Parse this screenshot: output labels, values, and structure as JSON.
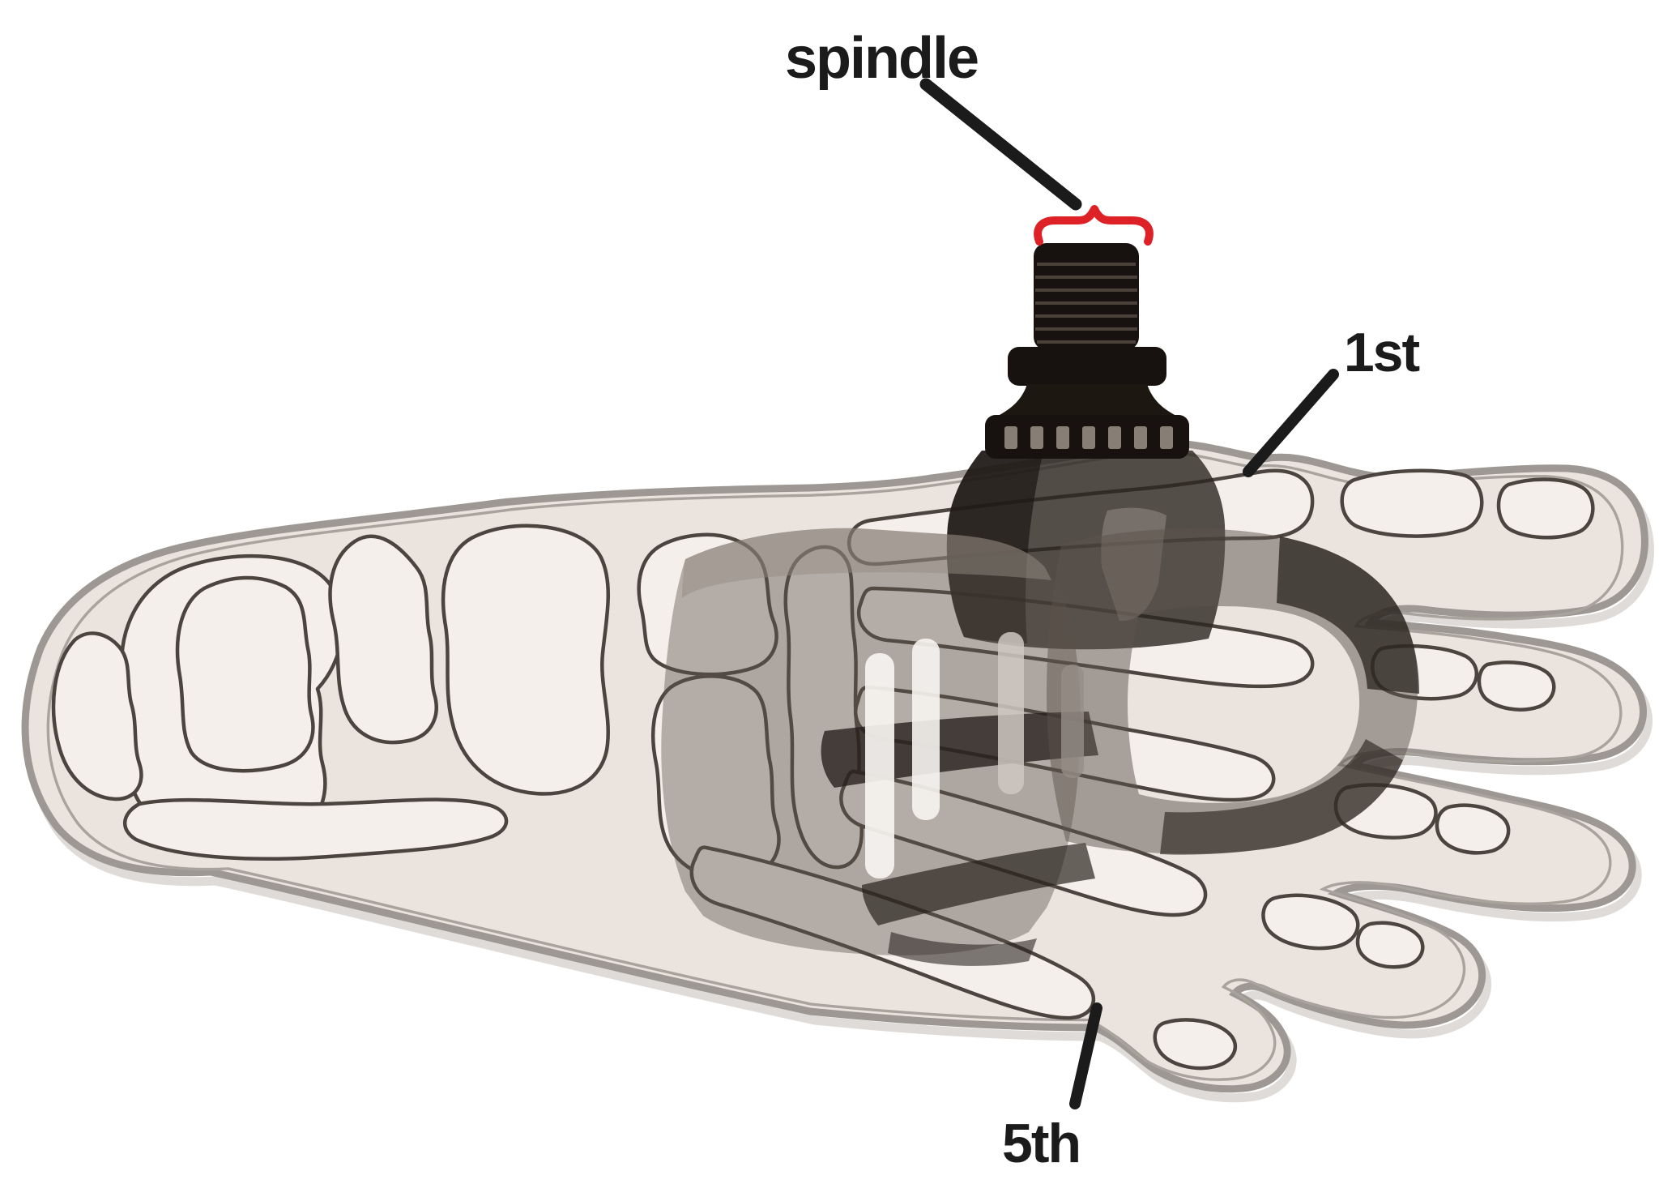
{
  "figure": {
    "description": "Top-view illustration of a right foot skeleton with a semi-transparent clipless road bicycle pedal superimposed, showing the pedal spindle lying between the 1st and 5th metatarsal heads.",
    "labels": {
      "spindle": "spindle",
      "first": "1st",
      "fifth": "5th"
    }
  },
  "colors": {
    "background": "#ffffff",
    "skin": "#ebe4de",
    "skin-outline": "#9d9894",
    "skin-shadow": "#c8c3be",
    "skin-inner-line": "#a9a39d",
    "bone-fill": "#f4efea",
    "bone-outline": "#4c453f",
    "pedal-solid": "#17120f",
    "pedal-dark": "#2c2521",
    "pedal-mid": "#5b524b",
    "pedal-light": "#948b84",
    "pedal-stripe": "#4a423a",
    "pedal-slotmark": "#877e75",
    "slot-light": "#f7f4f1",
    "slot-gray": "#cfc8c2",
    "accent-red": "#dd2127",
    "label-color": "#1b1b1b"
  }
}
